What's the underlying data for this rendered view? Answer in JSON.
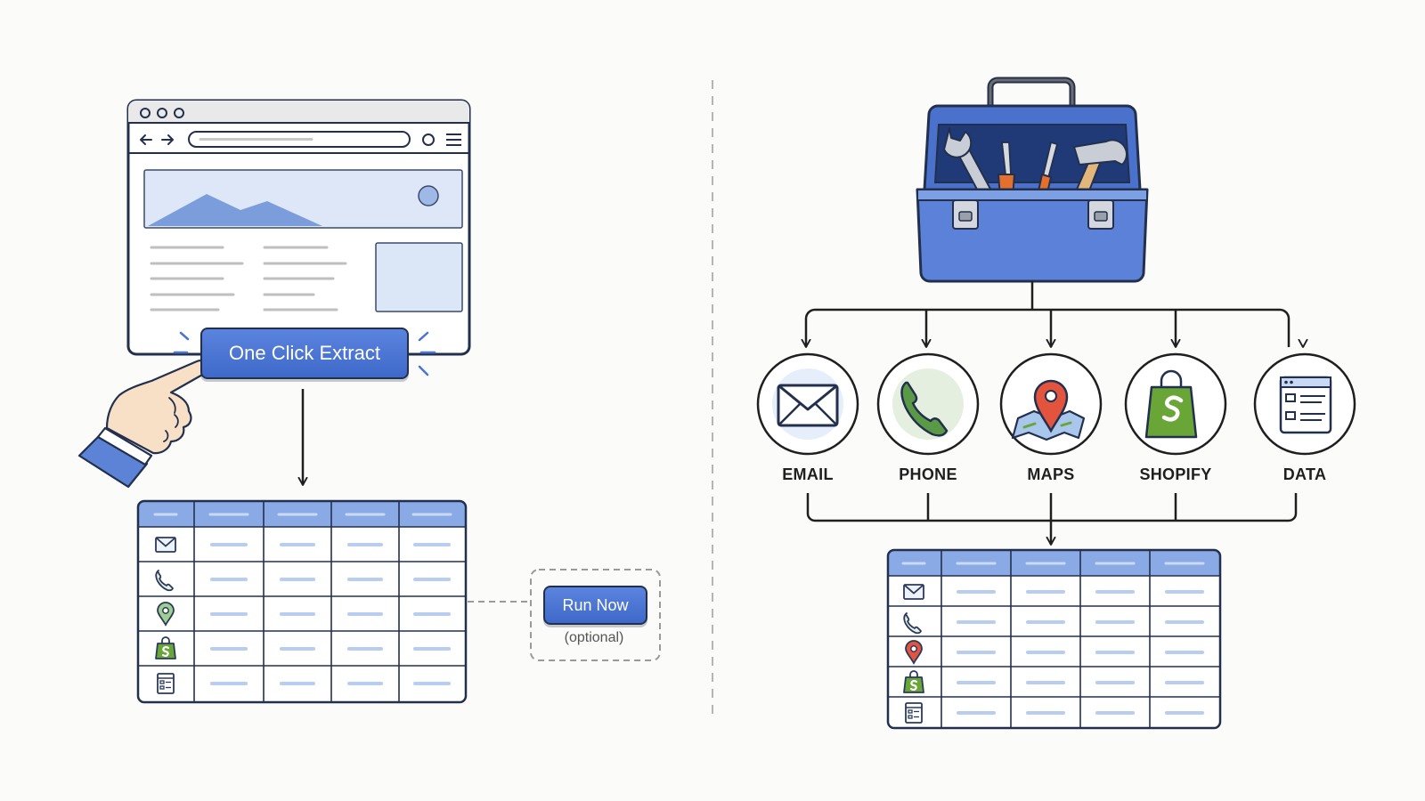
{
  "extract_button": {
    "label": "One Click Extract"
  },
  "run_now": {
    "label": "Run Now",
    "note": "(optional)"
  },
  "tools": [
    {
      "label": "EMAIL",
      "icon": "envelope-icon"
    },
    {
      "label": "PHONE",
      "icon": "phone-icon"
    },
    {
      "label": "MAPS",
      "icon": "map-pin-icon"
    },
    {
      "label": "SHOPIFY",
      "icon": "shopify-bag-icon"
    },
    {
      "label": "DATA",
      "icon": "data-sheet-icon"
    }
  ],
  "table_row_icons": [
    "envelope-icon",
    "phone-icon",
    "map-pin-icon",
    "shopify-bag-icon",
    "data-sheet-icon"
  ],
  "colors": {
    "accent_blue": "#4a74d4",
    "outline": "#23304d",
    "header_blue": "#8aaae6",
    "light_blue": "#dce7f8",
    "pin_red": "#e3543f",
    "shopify_green": "#6aa637",
    "phone_green": "#4b8c3c"
  }
}
